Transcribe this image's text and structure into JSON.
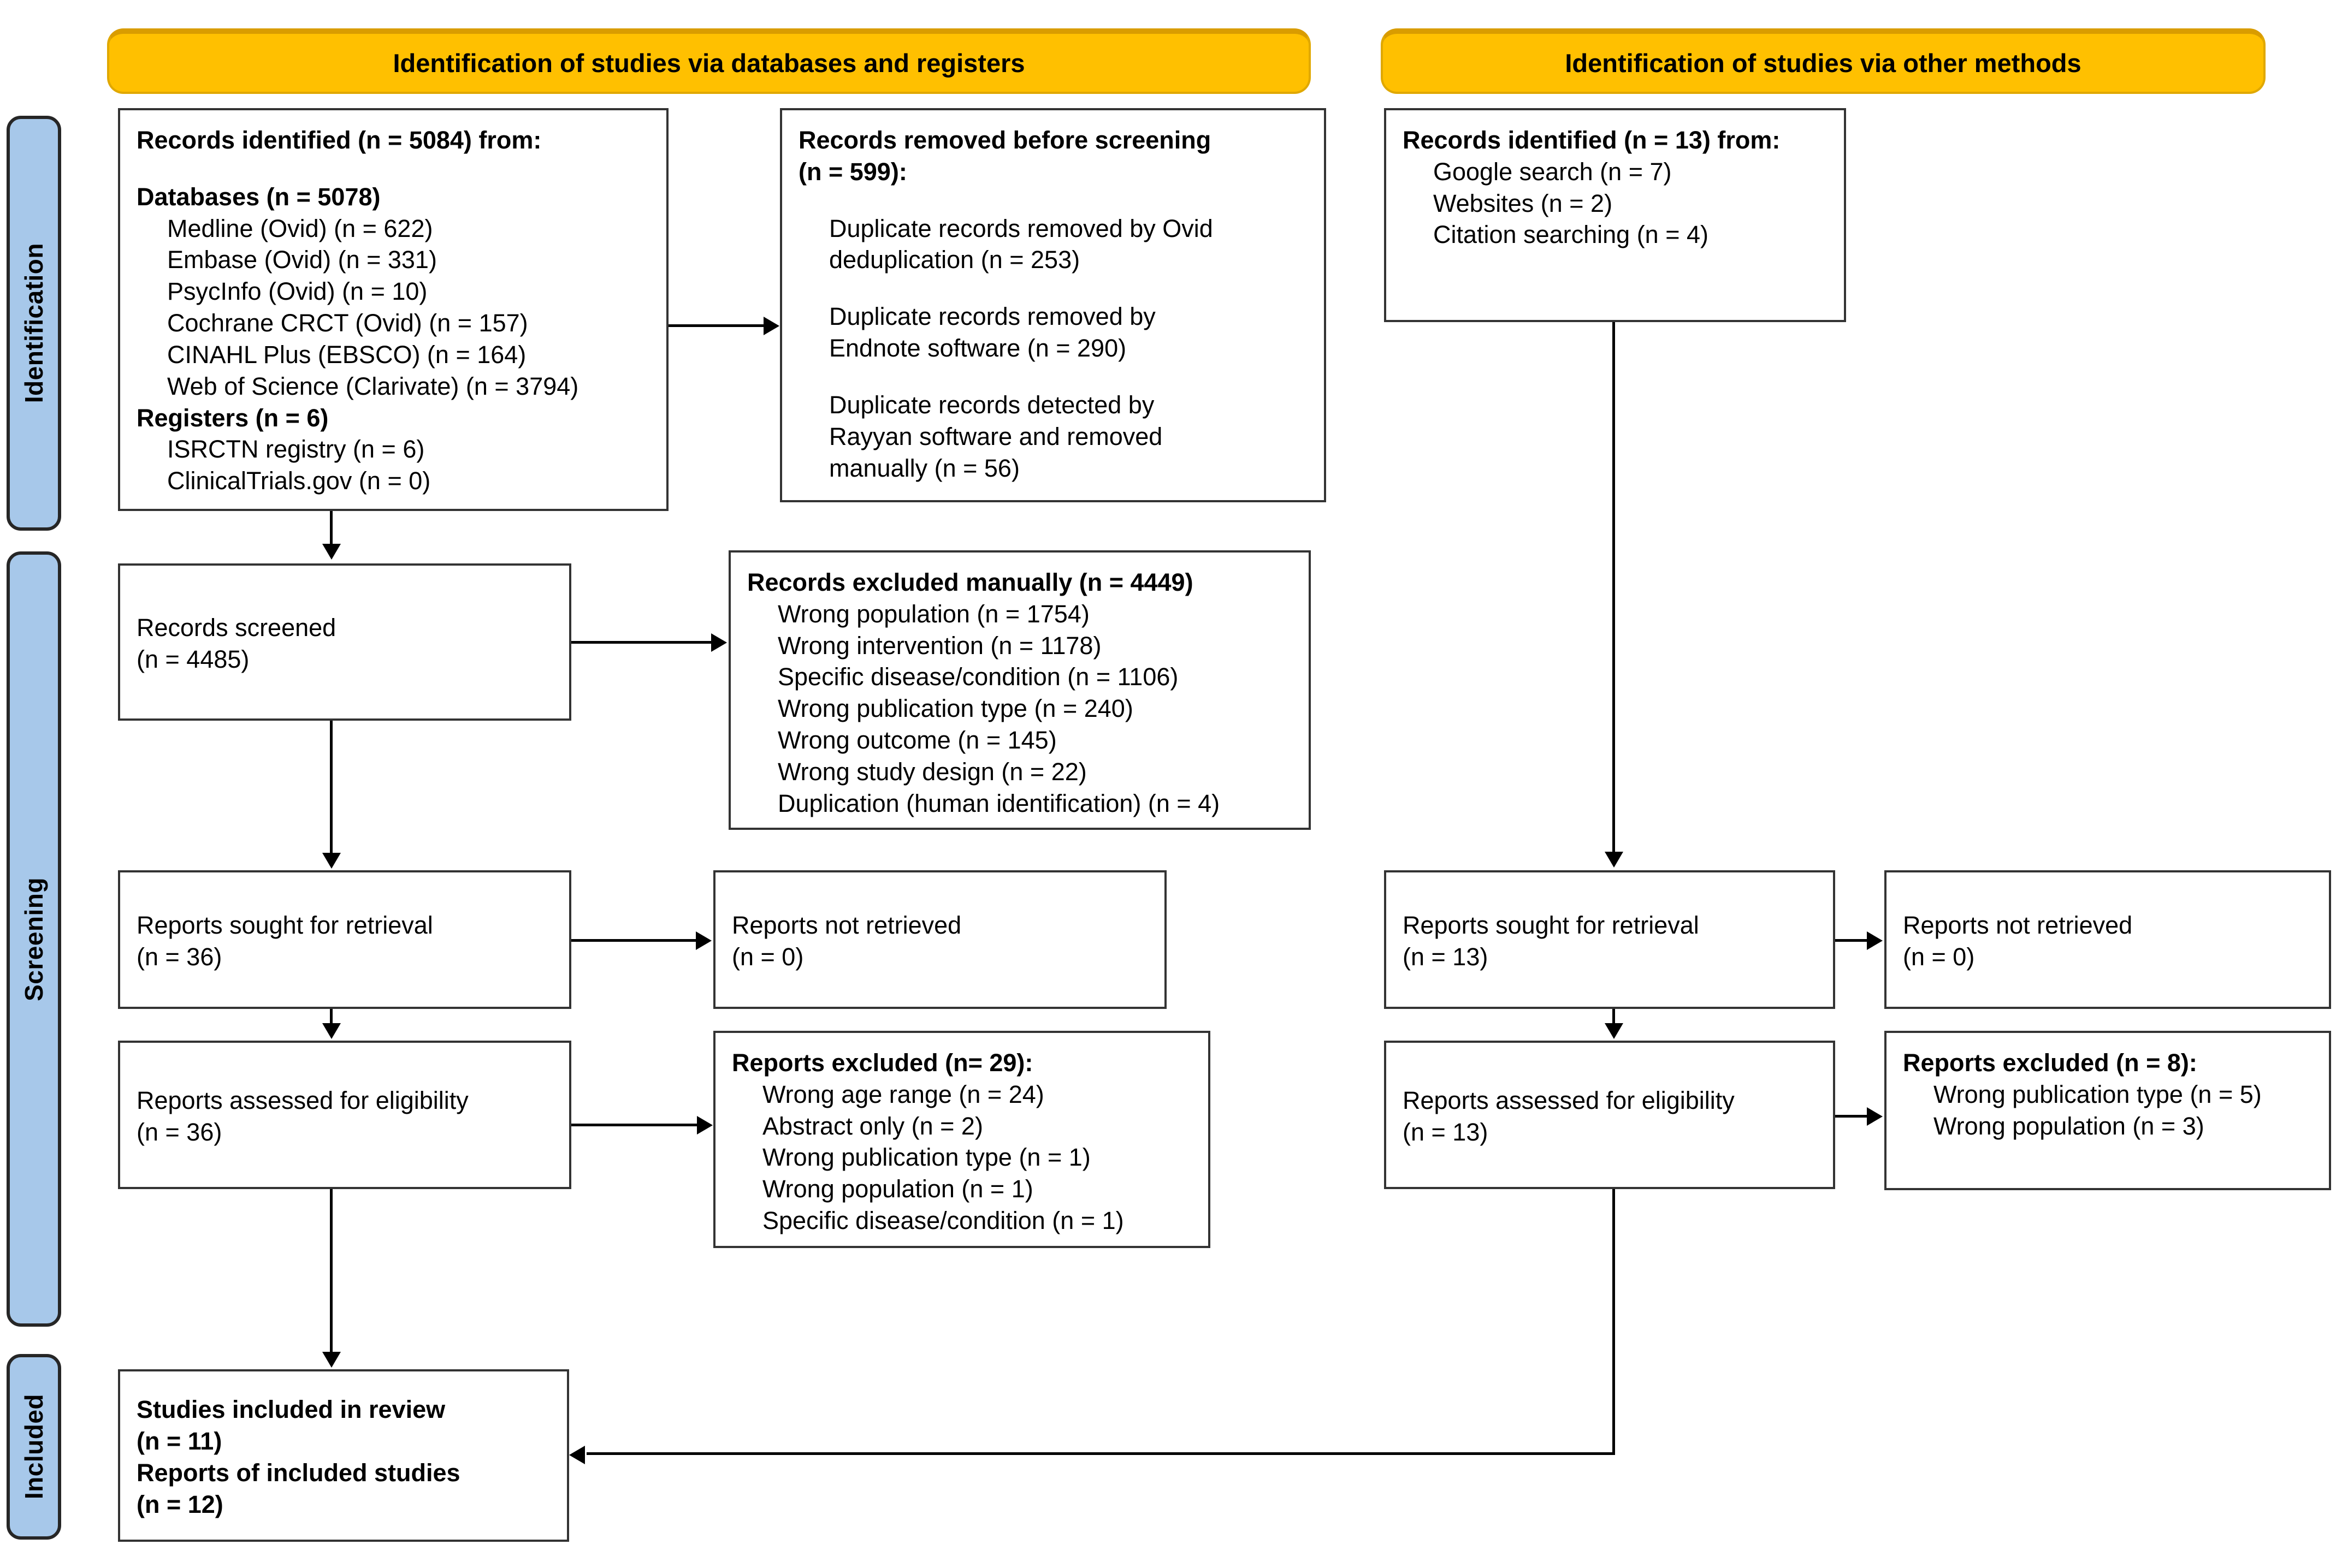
{
  "colors": {
    "phase_bar_fill": "#A7C8EA",
    "banner_fill": "#FFC000",
    "box_border": "#333333",
    "connector": "#000000",
    "background": "#FFFFFF"
  },
  "phases": [
    {
      "label": "Identification"
    },
    {
      "label": "Screening"
    },
    {
      "label": "Included"
    }
  ],
  "banners": [
    {
      "label": "Identification of studies via databases and registers"
    },
    {
      "label": "Identification of studies via other methods"
    }
  ],
  "boxes": {
    "records_identified": {
      "lines": [
        {
          "text": "Records identified (n = 5084) from:",
          "bold": true,
          "indent": 0
        },
        {
          "text": "",
          "bold": false,
          "indent": 0,
          "gap": true
        },
        {
          "text": "Databases (n = 5078)",
          "bold": true,
          "indent": 0
        },
        {
          "text": "Medline (Ovid) (n = 622)",
          "bold": false,
          "indent": 1
        },
        {
          "text": "Embase (Ovid) (n = 331)",
          "bold": false,
          "indent": 1
        },
        {
          "text": "PsycInfo (Ovid) (n = 10)",
          "bold": false,
          "indent": 1
        },
        {
          "text": "Cochrane CRCT (Ovid) (n = 157)",
          "bold": false,
          "indent": 1
        },
        {
          "text": "CINAHL Plus (EBSCO) (n = 164)",
          "bold": false,
          "indent": 1
        },
        {
          "text": "Web of Science (Clarivate) (n = 3794)",
          "bold": false,
          "indent": 1
        },
        {
          "text": "Registers (n = 6)",
          "bold": true,
          "indent": 0
        },
        {
          "text": "ISRCTN registry (n = 6)",
          "bold": false,
          "indent": 1
        },
        {
          "text": "ClinicalTrials.gov (n = 0)",
          "bold": false,
          "indent": 1
        }
      ]
    },
    "records_removed": {
      "lines": [
        {
          "text": "Records removed before screening",
          "bold": true,
          "indent": 0
        },
        {
          "text": "(n = 599):",
          "bold": true,
          "indent": 0
        },
        {
          "text": "",
          "bold": false,
          "indent": 0,
          "gap": true
        },
        {
          "text": "Duplicate records removed by Ovid",
          "bold": false,
          "indent": 1
        },
        {
          "text": "deduplication (n = 253)",
          "bold": false,
          "indent": 1
        },
        {
          "text": "",
          "bold": false,
          "indent": 0,
          "gap": true
        },
        {
          "text": "Duplicate records removed by",
          "bold": false,
          "indent": 1
        },
        {
          "text": "Endnote software (n = 290)",
          "bold": false,
          "indent": 1
        },
        {
          "text": "",
          "bold": false,
          "indent": 0,
          "gap": true
        },
        {
          "text": "Duplicate records detected by",
          "bold": false,
          "indent": 1
        },
        {
          "text": "Rayyan software and removed",
          "bold": false,
          "indent": 1
        },
        {
          "text": "manually (n = 56)",
          "bold": false,
          "indent": 1
        }
      ]
    },
    "records_identified_other": {
      "lines": [
        {
          "text": "Records identified (n = 13) from:",
          "bold": true,
          "indent": 0
        },
        {
          "text": "Google search (n = 7)",
          "bold": false,
          "indent": 1
        },
        {
          "text": "Websites (n = 2)",
          "bold": false,
          "indent": 1
        },
        {
          "text": "Citation searching (n = 4)",
          "bold": false,
          "indent": 1
        }
      ]
    },
    "records_screened": {
      "lines": [
        {
          "text": "Records screened",
          "bold": false,
          "indent": 0
        },
        {
          "text": "(n = 4485)",
          "bold": false,
          "indent": 0
        }
      ]
    },
    "records_excluded_manually": {
      "lines": [
        {
          "text": "Records excluded manually (n = 4449)",
          "bold": true,
          "indent": 0
        },
        {
          "text": "Wrong population (n = 1754)",
          "bold": false,
          "indent": 1
        },
        {
          "text": "Wrong intervention (n = 1178)",
          "bold": false,
          "indent": 1
        },
        {
          "text": "Specific disease/condition (n = 1106)",
          "bold": false,
          "indent": 1
        },
        {
          "text": "Wrong publication type (n = 240)",
          "bold": false,
          "indent": 1
        },
        {
          "text": "Wrong outcome (n = 145)",
          "bold": false,
          "indent": 1
        },
        {
          "text": "Wrong study design (n = 22)",
          "bold": false,
          "indent": 1
        },
        {
          "text": "Duplication (human identification) (n = 4)",
          "bold": false,
          "indent": 1
        }
      ]
    },
    "reports_sought_left": {
      "lines": [
        {
          "text": "Reports sought for retrieval",
          "bold": false,
          "indent": 0
        },
        {
          "text": "(n = 36)",
          "bold": false,
          "indent": 0
        }
      ]
    },
    "reports_not_retrieved_left": {
      "lines": [
        {
          "text": "Reports not retrieved",
          "bold": false,
          "indent": 0
        },
        {
          "text": "(n = 0)",
          "bold": false,
          "indent": 0
        }
      ]
    },
    "reports_assessed_left": {
      "lines": [
        {
          "text": "Reports assessed for eligibility",
          "bold": false,
          "indent": 0
        },
        {
          "text": "(n = 36)",
          "bold": false,
          "indent": 0
        }
      ]
    },
    "reports_excluded_left": {
      "lines": [
        {
          "text": "Reports excluded (n= 29):",
          "bold": true,
          "indent": 0
        },
        {
          "text": "Wrong age range (n = 24)",
          "bold": false,
          "indent": 1
        },
        {
          "text": "Abstract only (n = 2)",
          "bold": false,
          "indent": 1
        },
        {
          "text": "Wrong publication type (n = 1)",
          "bold": false,
          "indent": 1
        },
        {
          "text": "Wrong population (n = 1)",
          "bold": false,
          "indent": 1
        },
        {
          "text": "Specific disease/condition (n = 1)",
          "bold": false,
          "indent": 1
        }
      ]
    },
    "reports_sought_right": {
      "lines": [
        {
          "text": "Reports sought for retrieval",
          "bold": false,
          "indent": 0
        },
        {
          "text": "(n = 13)",
          "bold": false,
          "indent": 0
        }
      ]
    },
    "reports_not_retrieved_right": {
      "lines": [
        {
          "text": "Reports not retrieved",
          "bold": false,
          "indent": 0
        },
        {
          "text": "(n = 0)",
          "bold": false,
          "indent": 0
        }
      ]
    },
    "reports_assessed_right": {
      "lines": [
        {
          "text": "Reports assessed for eligibility",
          "bold": false,
          "indent": 0
        },
        {
          "text": "(n = 13)",
          "bold": false,
          "indent": 0
        }
      ]
    },
    "reports_excluded_right": {
      "lines": [
        {
          "text": "Reports excluded (n = 8):",
          "bold": true,
          "indent": 0
        },
        {
          "text": "Wrong publication type (n = 5)",
          "bold": false,
          "indent": 1
        },
        {
          "text": "Wrong population (n = 3)",
          "bold": false,
          "indent": 1
        }
      ]
    },
    "studies_included": {
      "lines": [
        {
          "text": "Studies included in review",
          "bold": true,
          "indent": 0
        },
        {
          "text": "(n = 11)",
          "bold": true,
          "indent": 0
        },
        {
          "text": "Reports of included studies",
          "bold": true,
          "indent": 0
        },
        {
          "text": "(n = 12)",
          "bold": true,
          "indent": 0
        }
      ]
    }
  }
}
